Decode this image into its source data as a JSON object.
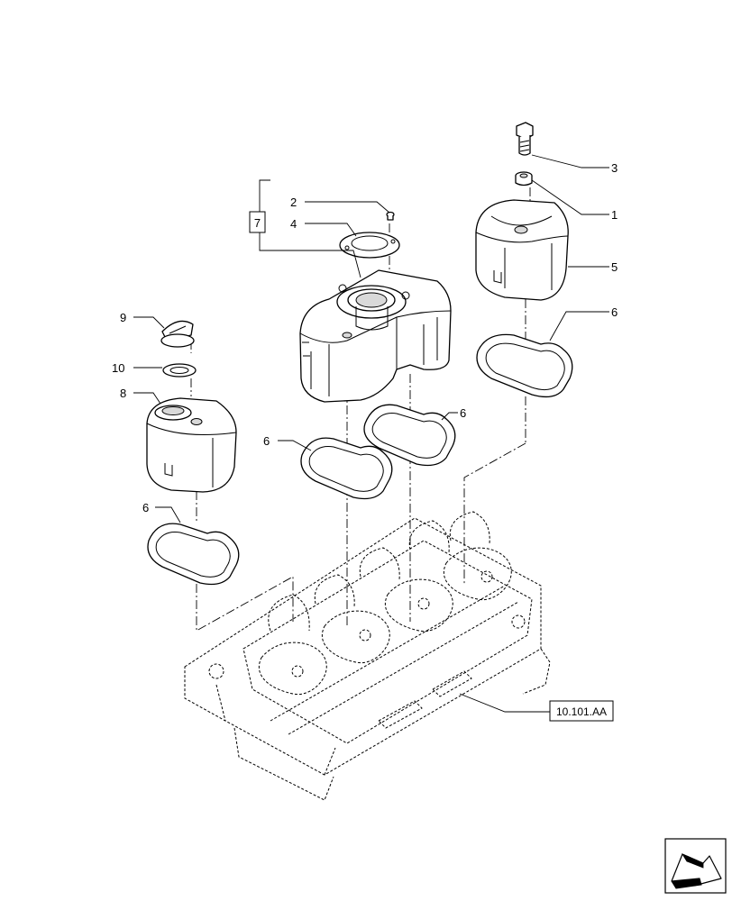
{
  "diagram": {
    "callouts": [
      "1",
      "2",
      "3",
      "4",
      "5",
      "6",
      "7",
      "8",
      "9",
      "10"
    ],
    "group_box_label": "7",
    "reference_label": "10.101.AA",
    "nav_icon": "next-page-arrow-icon"
  }
}
